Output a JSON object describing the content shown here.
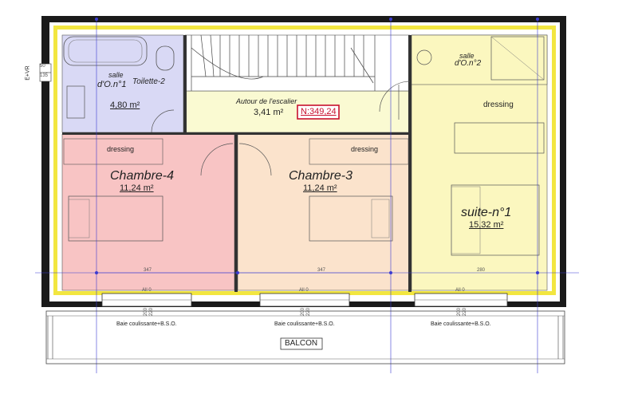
{
  "colors": {
    "wall": "#1a1a1a",
    "insulation": "#f2e640",
    "bathroom": "#d9d9f5",
    "corridor": "#fafad2",
    "chambre4": "#f8c4c4",
    "chambre3": "#fbe3cc",
    "suite": "#fbf7bf",
    "grid": "#3b3bd1",
    "level_box": "#c8102e"
  },
  "rooms": {
    "salle1": {
      "line1": "salle",
      "line2": "d'O.n°1",
      "sub": "Toilette-2",
      "area": "4,80 m²"
    },
    "escalier": {
      "name": "Autour de l'escalier",
      "area": "3,41 m²"
    },
    "level": "N:349,24",
    "salle2": {
      "line1": "salle",
      "line2": "d'O.n°2"
    },
    "dressing_suite": "dressing",
    "dressing_c4": "dressing",
    "dressing_c3": "dressing",
    "chambre4": {
      "name": "Chambre-4",
      "area": "11,24 m²"
    },
    "chambre3": {
      "name": "Chambre-3",
      "area": "11,24 m²"
    },
    "suite": {
      "name": "suite-n°1",
      "area": "15,32 m²"
    }
  },
  "dimensions": {
    "d347a": "347",
    "d347b": "347",
    "d280": "280",
    "d50": "50",
    "d135": "135",
    "ev": "E+VR",
    "all": [
      "All 0",
      "All 0",
      "All 0"
    ],
    "h200": [
      "200",
      "200",
      "200"
    ],
    "h220": [
      "220",
      "220",
      "220"
    ]
  },
  "windows": [
    "Baie coulissante+B.S.O.",
    "Baie coulissante+B.S.O.",
    "Baie coulissante+B.S.O."
  ],
  "balcon": "BALCON"
}
